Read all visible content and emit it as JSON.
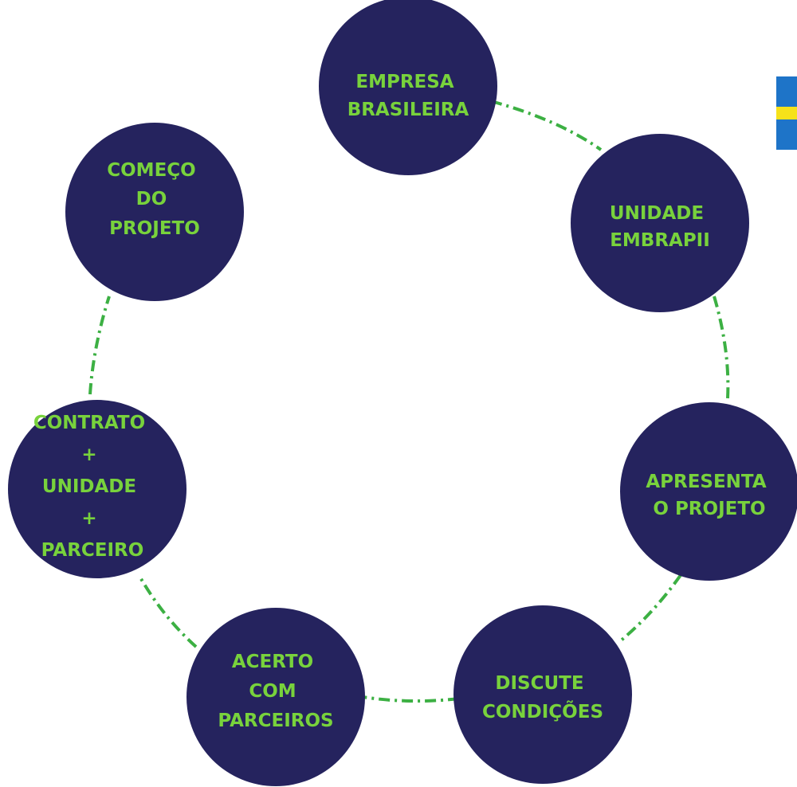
{
  "colors": {
    "node_fill": "#25235e",
    "label_text": "#78d23c",
    "connector": "#3cb043",
    "flag_blue": "#1e74c8",
    "flag_yellow": "#f6e21a"
  },
  "nodes": [
    {
      "id": "empresa-brasileira",
      "lines": [
        "EMPRESA",
        "BRASILEIRA"
      ]
    },
    {
      "id": "unidade-embrapii",
      "lines": [
        "UNIDADE",
        "EMBRAPII"
      ]
    },
    {
      "id": "apresenta-o-projeto",
      "lines": [
        "APRESENTA",
        "O PROJETO"
      ]
    },
    {
      "id": "discute-condicoes",
      "lines": [
        "DISCUTE",
        "CONDIÇÕES"
      ]
    },
    {
      "id": "acerto-com-parceiros",
      "lines": [
        "ACERTO",
        "COM",
        "PARCEIROS"
      ]
    },
    {
      "id": "contrato-unidade-parceiro",
      "lines": [
        "CONTRATO",
        "+",
        "UNIDADE",
        "+",
        "PARCEIRO"
      ]
    },
    {
      "id": "comeco-do-projeto",
      "lines": [
        "COMEÇO",
        "DO",
        "PROJETO"
      ]
    }
  ],
  "decoration": {
    "flag_icon": "flag-fragment-icon"
  }
}
